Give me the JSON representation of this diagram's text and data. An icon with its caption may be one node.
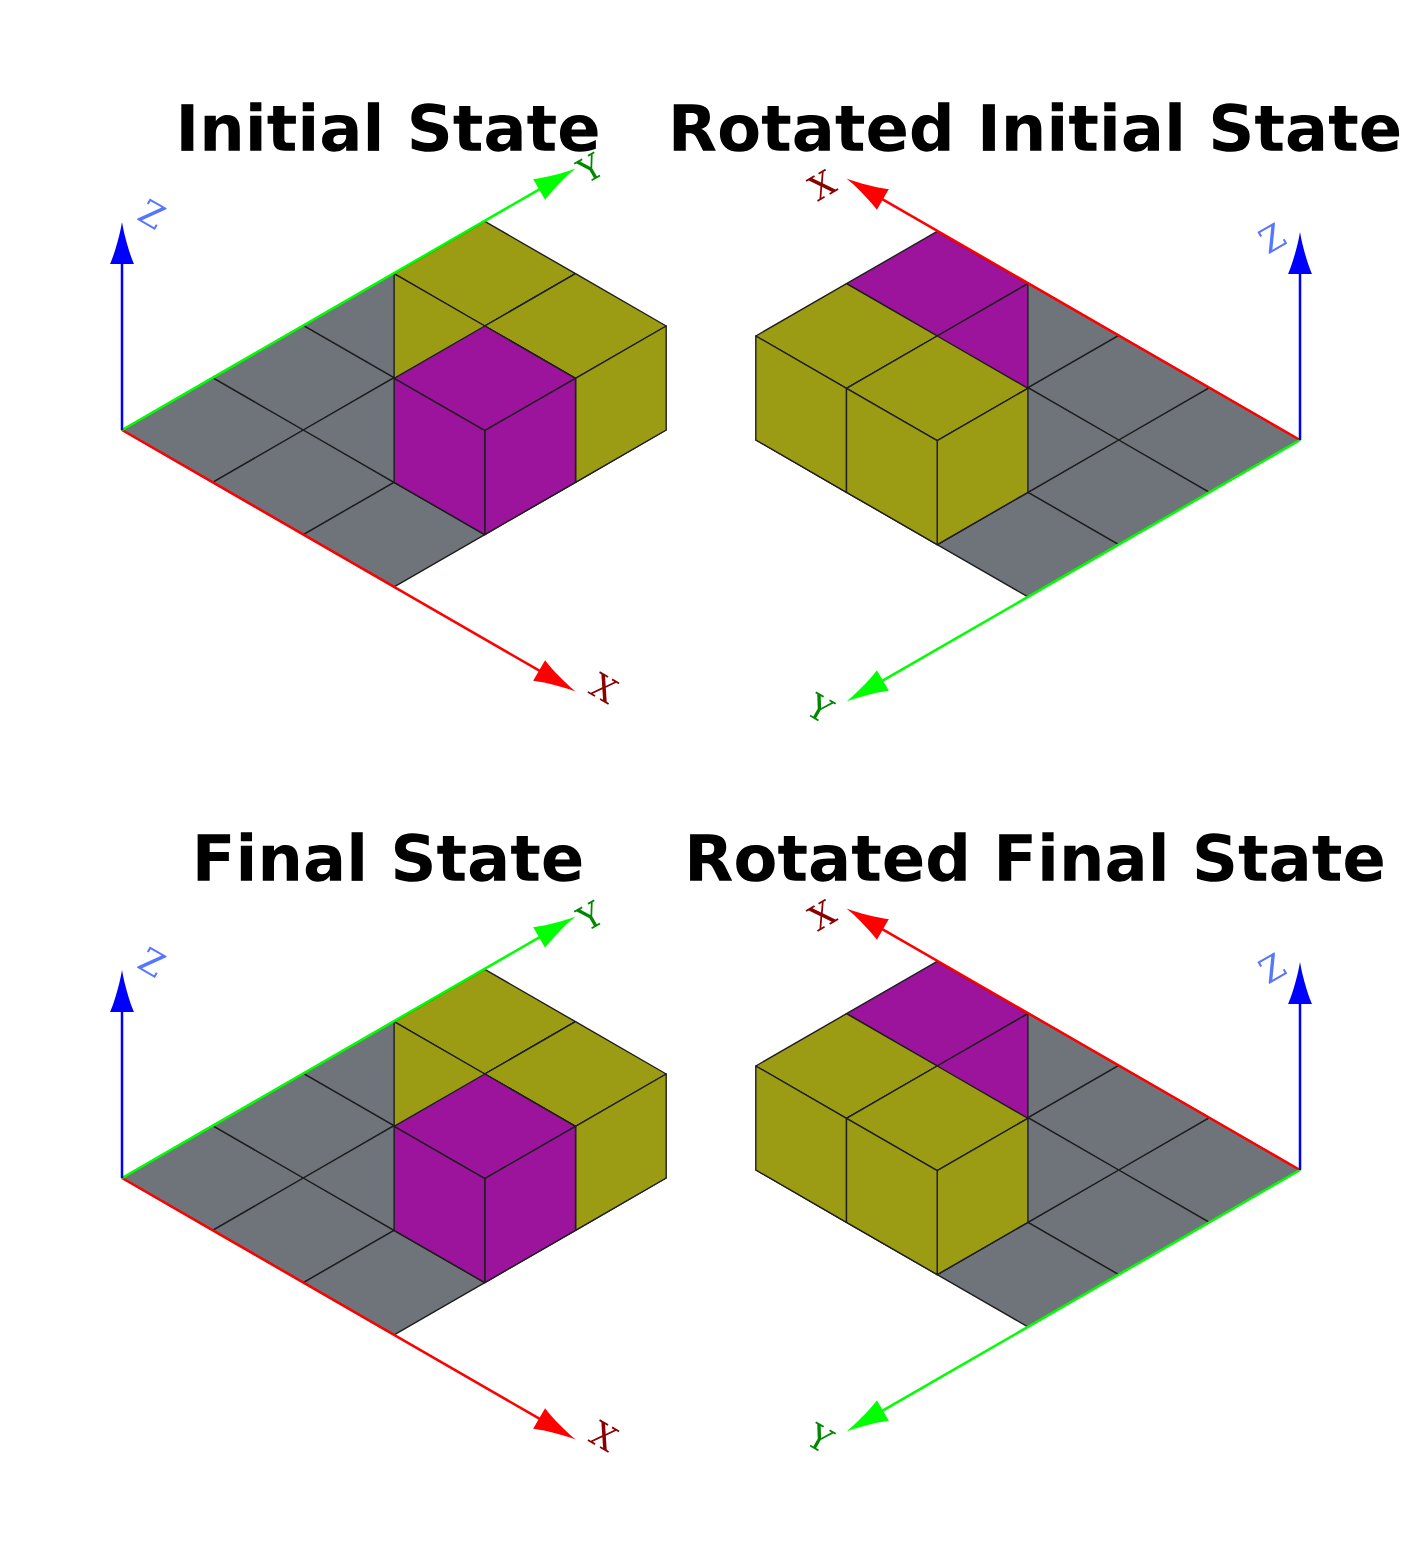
{
  "diagram": {
    "labels": [
      "Initial State",
      "Rotated Initial State",
      "Y",
      "X",
      "Z",
      "Z",
      "X",
      "Y",
      "Final State",
      "Rotated Final State",
      "Y",
      "X",
      "Z",
      "Z",
      "X",
      "Y"
    ]
  }
}
